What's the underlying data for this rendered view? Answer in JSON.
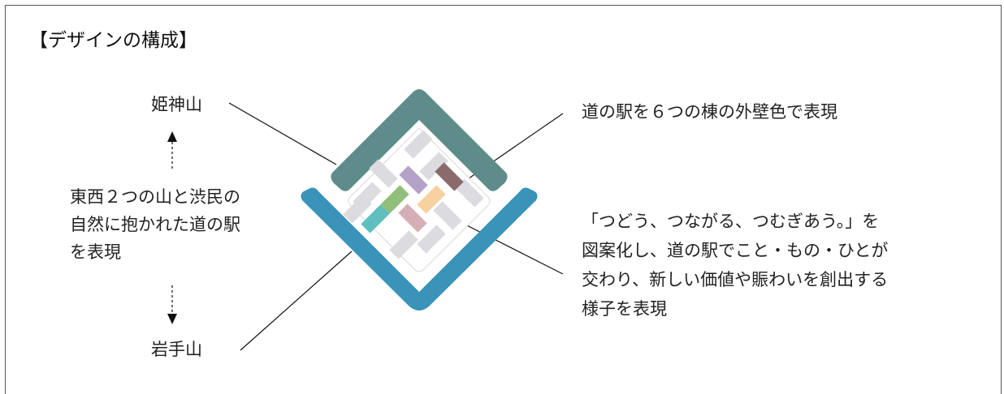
{
  "heading": "【デザインの構成】",
  "labels": {
    "top_mountain": "姫神山",
    "bottom_mountain": "岩手山",
    "mountains_desc": [
      "東西２つの山と渋民の",
      "自然に抱かれた道の駅",
      "を表現"
    ],
    "walls_desc": "道の駅を６つの棟の外壁色で表現",
    "concept_desc": [
      "「つどう、つながる、つむぎあう。」を",
      "図案化し、道の駅でこと・もの・ひとが",
      "交わり、新しい価値や賑わいを創出する",
      "様子を表現"
    ]
  },
  "colors": {
    "upper_chevron": "#5e8c8a",
    "lower_chevron": "#3a93b9",
    "inner_tile": "#dcdbe0",
    "tile_purple": "#b4a2c9",
    "tile_brown": "#8a6a6a",
    "tile_green": "#8fbf7a",
    "tile_orange": "#f7d1a0",
    "tile_pink": "#d6afb6",
    "tile_teal": "#5fbfc0"
  }
}
